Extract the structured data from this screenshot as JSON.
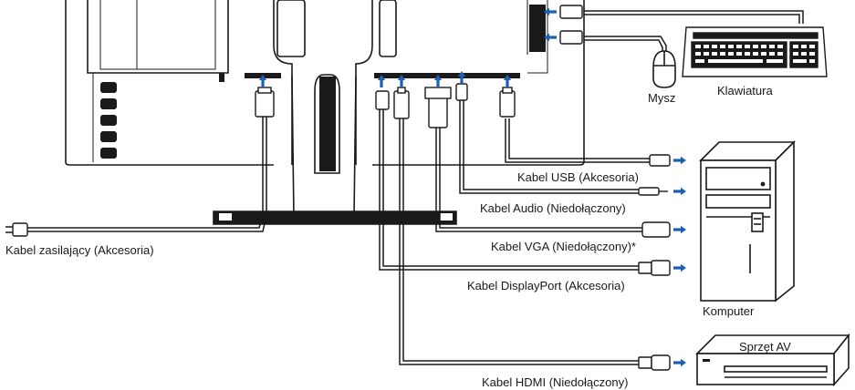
{
  "labels": {
    "usb_cable": "Kabel USB (Akcesoria)",
    "audio_cable": "Kabel Audio (Niedołączony)",
    "vga_cable": "Kabel VGA (Niedołączony)*",
    "displayport_cable": "Kabel DisplayPort (Akcesoria)",
    "hdmi_cable": "Kabel HDMI (Niedołączony)",
    "power_cable": "Kabel zasilający (Akcesoria)",
    "mouse": "Mysz",
    "keyboard": "Klawiatura",
    "computer": "Komputer",
    "av_device": "Sprzęt AV"
  },
  "colors": {
    "line": "#1a1a1a",
    "arrow": "#1f5fb4",
    "fill": "#ffffff"
  },
  "icons": [
    "usb-icon",
    "audio-jack-icon",
    "vga-connector-icon",
    "displayport-connector-icon",
    "hdmi-connector-icon",
    "power-plug-icon",
    "arrow-icon"
  ]
}
